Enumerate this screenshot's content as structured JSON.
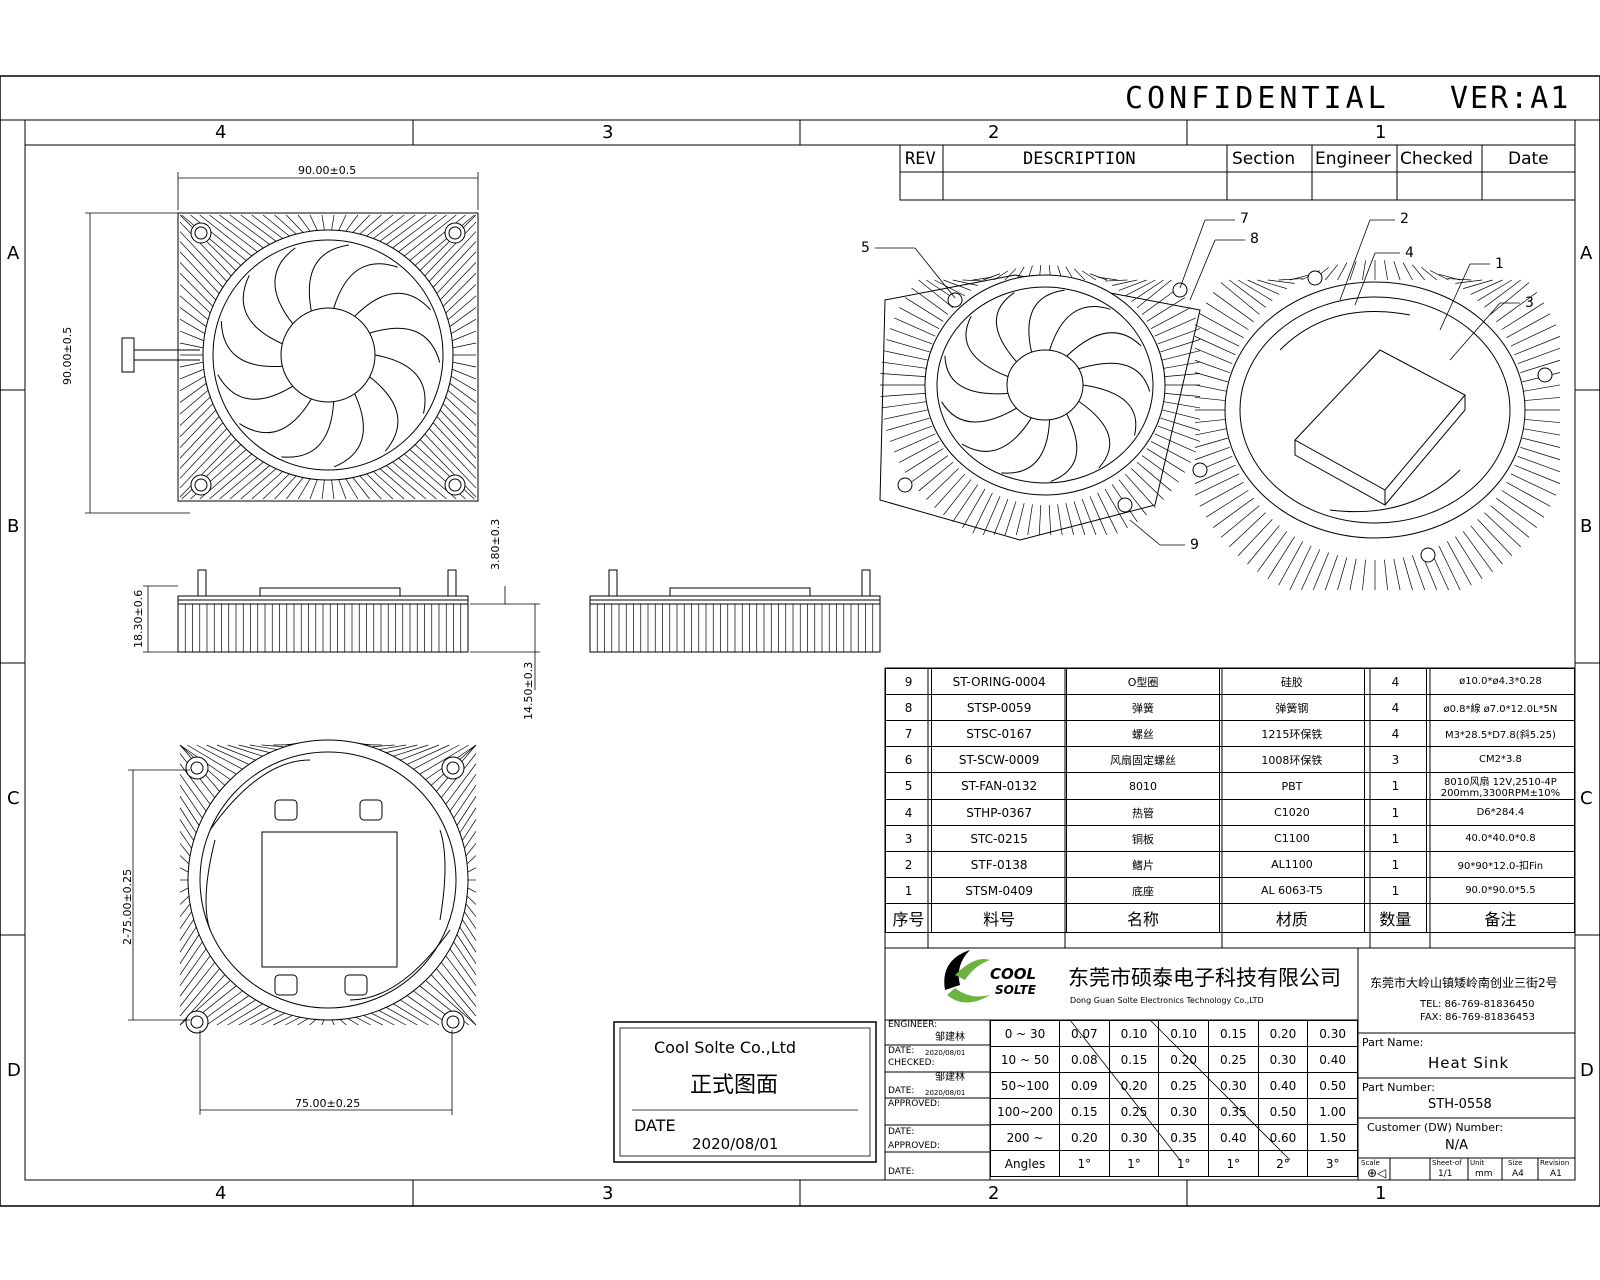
{
  "header": {
    "confidential": "CONFIDENTIAL",
    "version": "VER:A1"
  },
  "zones": {
    "cols_top": [
      "4",
      "3",
      "2",
      "1"
    ],
    "cols_bottom": [
      "4",
      "3",
      "2",
      "1"
    ],
    "rows_left": [
      "A",
      "B",
      "C",
      "D"
    ],
    "rows_right": [
      "A",
      "B",
      "C",
      "D"
    ]
  },
  "revision_table": {
    "headers": [
      "REV",
      "DESCRIPTION",
      "Section",
      "Engineer",
      "Checked",
      "Date"
    ]
  },
  "dimensions": {
    "top_width": "90.00±0.5",
    "top_height": "90.00±0.5",
    "side_height": "18.30±0.6",
    "side_top": "3.80±0.3",
    "side_fin": "14.50±0.3",
    "bottom_height": "2-75.00±0.25",
    "bottom_width": "75.00±0.25"
  },
  "balloons": [
    "5",
    "7",
    "8",
    "2",
    "4",
    "1",
    "3",
    "9"
  ],
  "bom": {
    "rows": [
      {
        "no": "9",
        "part": "ST-ORING-0004",
        "name": "O型圈",
        "material": "硅胶",
        "qty": "4",
        "note": "ø10.0*ø4.3*0.28"
      },
      {
        "no": "8",
        "part": "STSP-0059",
        "name": "弹簧",
        "material": "弹簧钢",
        "qty": "4",
        "note": "ø0.8*線 ø7.0*12.0L*5N"
      },
      {
        "no": "7",
        "part": "STSC-0167",
        "name": "螺丝",
        "material": "1215环保铁",
        "qty": "4",
        "note": "M3*28.5*D7.8(斜5.25)"
      },
      {
        "no": "6",
        "part": "ST-SCW-0009",
        "name": "风扇固定螺丝",
        "material": "1008环保铁",
        "qty": "3",
        "note": "CM2*3.8"
      },
      {
        "no": "5",
        "part": "ST-FAN-0132",
        "name": "8010",
        "material": "PBT",
        "qty": "1",
        "note": "8010风扇 12V,2510-4P 200mm,3300RPM±10%"
      },
      {
        "no": "4",
        "part": "STHP-0367",
        "name": "热管",
        "material": "C1020",
        "qty": "1",
        "note": "D6*284.4"
      },
      {
        "no": "3",
        "part": "STC-0215",
        "name": "铜板",
        "material": "C1100",
        "qty": "1",
        "note": "40.0*40.0*0.8"
      },
      {
        "no": "2",
        "part": "STF-0138",
        "name": "鳍片",
        "material": "AL1100",
        "qty": "1",
        "note": "90*90*12.0-扣Fin"
      },
      {
        "no": "1",
        "part": "STSM-0409",
        "name": "底座",
        "material": "AL 6063-T5",
        "qty": "1",
        "note": "90.0*90.0*5.5"
      }
    ],
    "headers": {
      "no": "序号",
      "part": "料号",
      "name": "名称",
      "material": "材质",
      "qty": "数量",
      "note": "备注"
    }
  },
  "company": {
    "logo_top": "COOL",
    "logo_bottom": "SOLTE",
    "name_cn": "东莞市硕泰电子科技有限公司",
    "name_en": "Dong Guan Soltе Electronics Technology Co.,LTD",
    "address": "东莞市大岭山镇矮岭南创业三街2号",
    "tel": "TEL: 86-769-81836450",
    "fax": "FAX: 86-769-81836453"
  },
  "signoff": {
    "engineer_label": "ENGINEER:",
    "engineer": "邹建林",
    "date1_label": "DATE:",
    "date1": "2020/08/01",
    "checked_label": "CHECKED:",
    "checked": "邹建林",
    "date2_label": "DATE:",
    "date2": "2020/08/01",
    "approved_label": "APPROVED:",
    "date3_label": "DATE:",
    "approved2_label": "APPROVED:",
    "date4_label": "DATE:"
  },
  "tolerance": {
    "ranges": [
      "0 ~ 30",
      "10 ~ 50",
      "50~100",
      "100~200",
      "200 ~"
    ],
    "rows": [
      [
        "0.07",
        "0.10",
        "0.10",
        "0.15",
        "0.20",
        "0.30"
      ],
      [
        "0.08",
        "0.15",
        "0.20",
        "0.25",
        "0.30",
        "0.40"
      ],
      [
        "0.09",
        "0.20",
        "0.25",
        "0.30",
        "0.40",
        "0.50"
      ],
      [
        "0.15",
        "0.25",
        "0.30",
        "0.35",
        "0.50",
        "1.00"
      ],
      [
        "0.20",
        "0.30",
        "0.35",
        "0.40",
        "0.60",
        "1.50"
      ]
    ],
    "angles_label": "Angles",
    "angles": [
      "1°",
      "1°",
      "1°",
      "1°",
      "2°",
      "3°"
    ]
  },
  "part_info": {
    "part_name_label": "Part Name:",
    "part_name": "Heat Sink",
    "part_number_label": "Part Number:",
    "part_number": "STH-0558",
    "customer_label": "Customer (DW) Number:",
    "customer": "N/A",
    "scale_label": "Scale",
    "sheet_label": "Sheet-of",
    "sheet": "1/1",
    "unit_label": "Unit",
    "unit": "mm",
    "size_label": "Size",
    "size": "A4",
    "revision_label": "Revision",
    "revision": "A1"
  },
  "stamp": {
    "company": "Cool Solte  Co.,Ltd",
    "title": "正式图面",
    "date_label": "DATE",
    "date": "2020/08/01"
  }
}
